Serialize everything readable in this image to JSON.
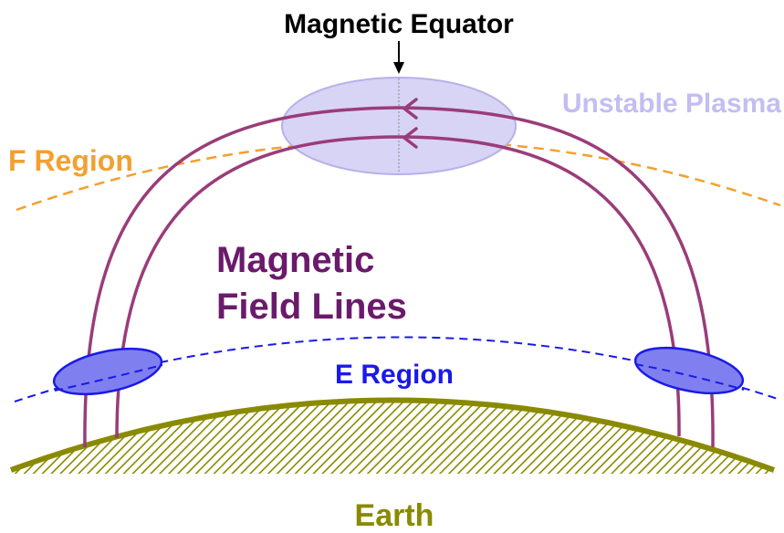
{
  "labels": {
    "magnetic_equator": "Magnetic Equator",
    "unstable_plasma": "Unstable Plasma",
    "f_region": "F Region",
    "field_lines_line1": "Magnetic",
    "field_lines_line2": "Field Lines",
    "e_region": "E Region",
    "earth": "Earth"
  },
  "colors": {
    "earth": "#8a8a00",
    "field_lines": "#9a3c7a",
    "field_lines_text": "#6b1a6b",
    "f_region": "#f2a030",
    "e_region": "#1a1ae6",
    "plasma_fill": "#d8d4f5",
    "plasma_stroke": "#b7b0ec",
    "plasma_text": "#c3bdf2",
    "e_blob_fill": "#7f7ff0",
    "e_blob_stroke": "#1a1ae6",
    "arrow": "#000000",
    "equator_line": "#888888"
  }
}
